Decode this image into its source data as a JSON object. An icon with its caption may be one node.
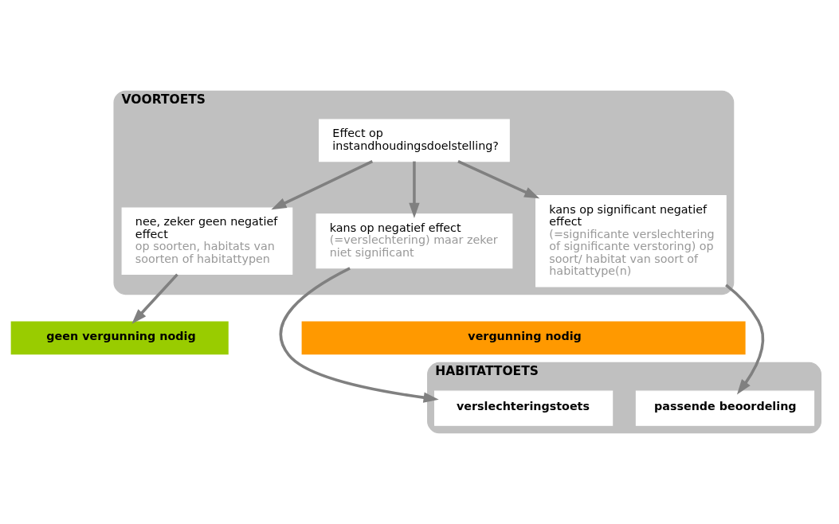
{
  "diagram": {
    "nodes": [
      {
        "text": [
          "VOORTOETS"
        ]
      },
      {
        "text": [
          "Effect op instandhoudingsdoelstelling?"
        ],
        "in": 0
      },
      {
        "text": [
          "nee, zeker geen negatief effect",
          "op soorten, habitats van soorten of habitattypen"
        ],
        "in": 0
      },
      {
        "text": [
          "kans op negatief effect",
          "(=verslechtering) maar zeker niet significant"
        ],
        "in": 0
      },
      {
        "text": [
          "kans op significant negatief effect",
          "(=significante verslechtering of significante verstoring) op soort/ habitat van soort of habitattype(n)"
        ],
        "in": 0
      },
      {
        "text": [
          "geen vergunning nodig"
        ]
      },
      {
        "text": [
          "vergunning nodig"
        ]
      },
      {
        "text": [
          "HABITATTOETS"
        ]
      },
      {
        "text": [
          "verslechteringstoets"
        ],
        "in": 7
      },
      {
        "text": [
          "passende beoordeling"
        ],
        "in": 7
      }
    ],
    "edges": [
      {
        "from": 1,
        "to": 2,
        "arrow": "to"
      },
      {
        "from": 1,
        "to": 3,
        "arrow": "to"
      },
      {
        "from": 1,
        "to": 4,
        "arrow": "to"
      },
      {
        "from": 2,
        "to": 5,
        "arrow": "to"
      },
      {
        "from": 3,
        "to": 8,
        "arrow": "to"
      },
      {
        "from": 4,
        "to": 9,
        "arrow": "to"
      }
    ]
  }
}
